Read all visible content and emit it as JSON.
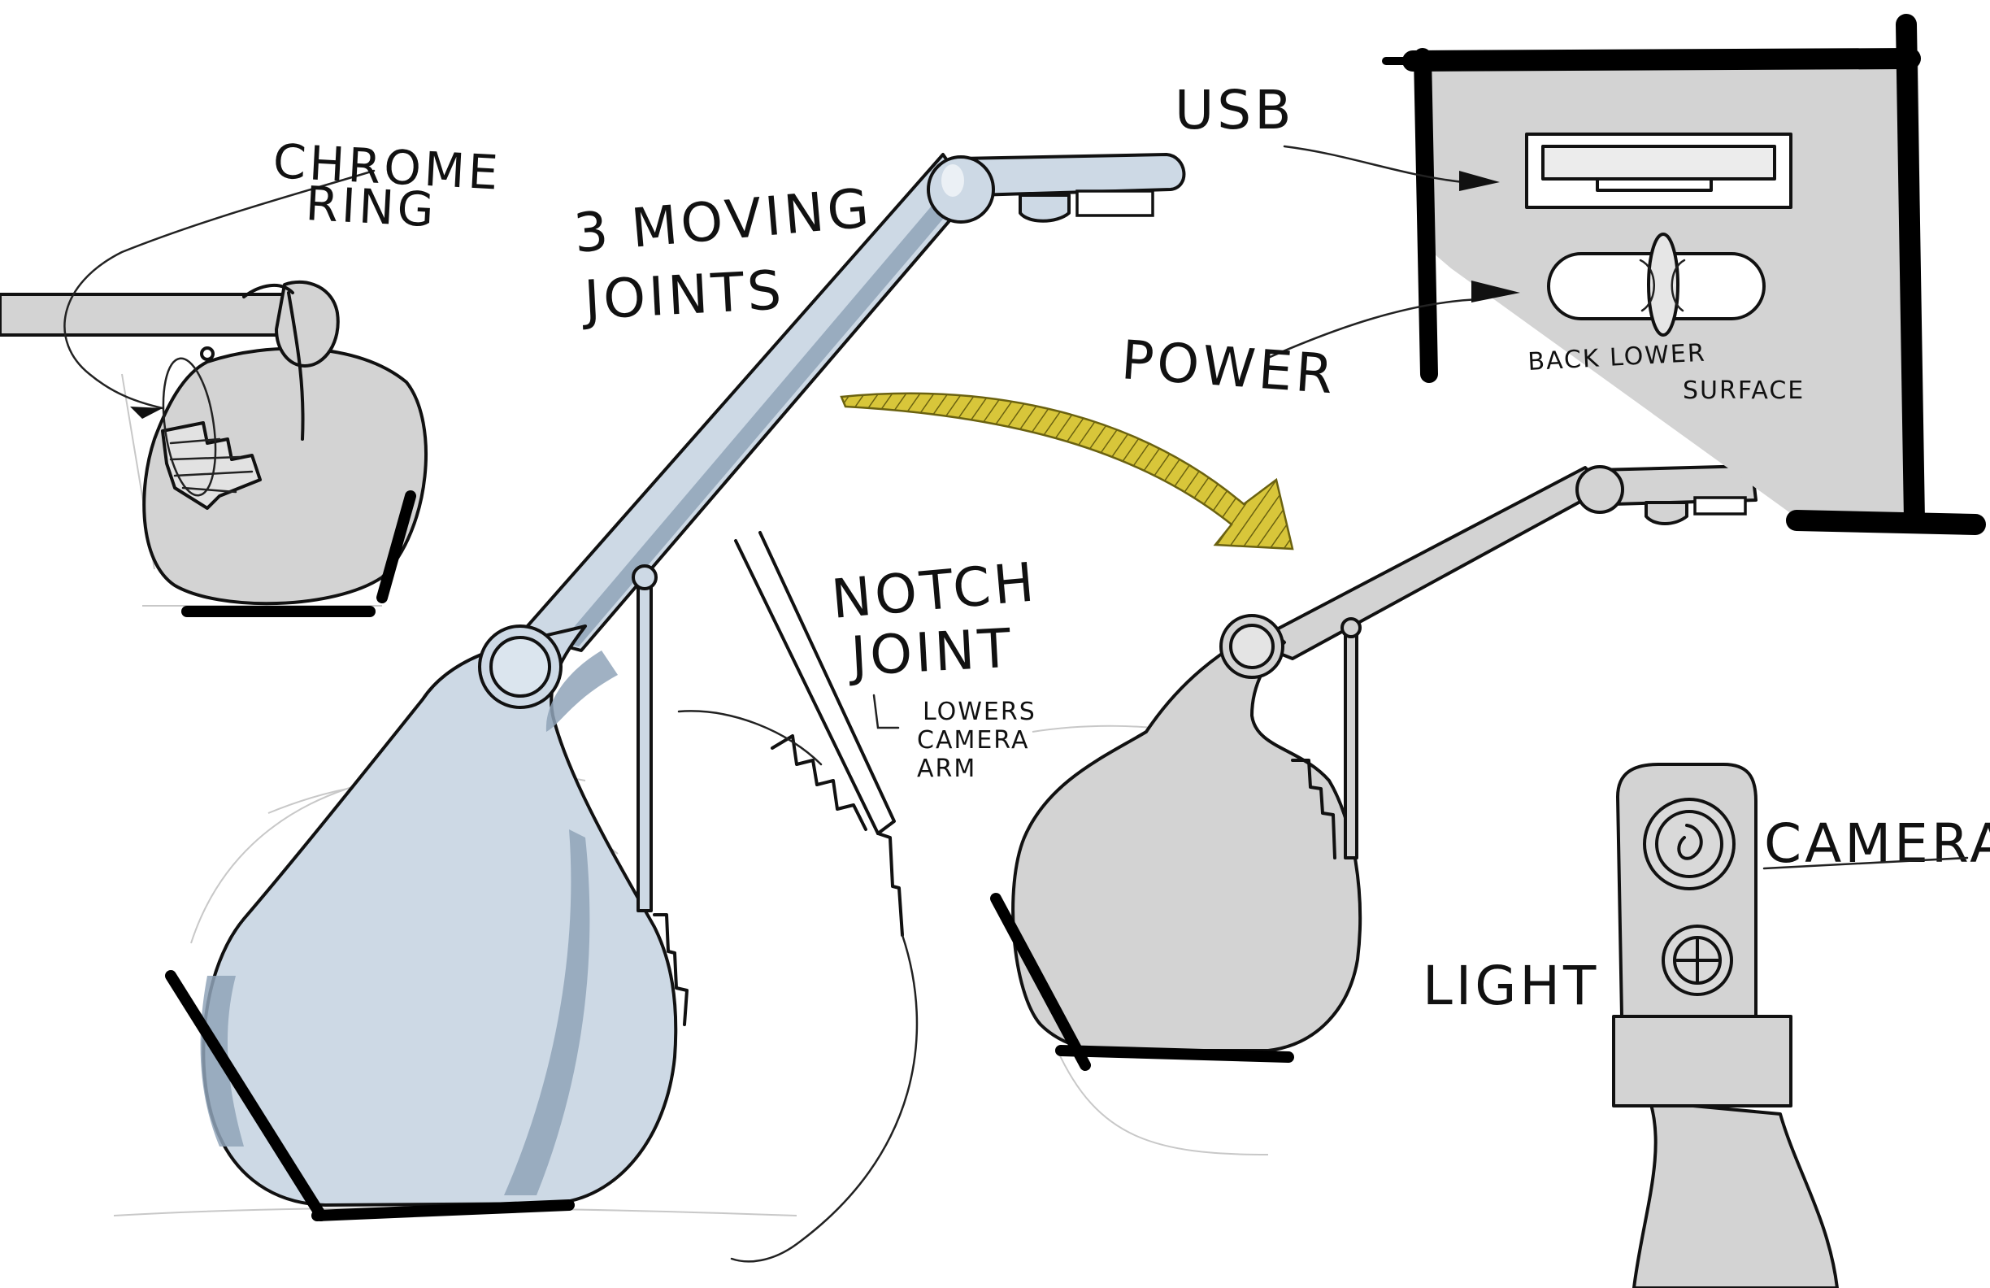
{
  "labels": {
    "chrome_ring": [
      "CHROME",
      "RING"
    ],
    "moving_joints": [
      "3 MOVING",
      "JOINTS"
    ],
    "usb": "USB",
    "power": "POWER",
    "back_lower_surface": [
      "BACK LOWER",
      "SURFACE"
    ],
    "notch_joint": [
      "NOTCH",
      "JOINT"
    ],
    "notch_note": [
      "LOWERS",
      "CAMERA",
      "ARM"
    ],
    "camera": "CAMERA",
    "light": "LIGHT"
  },
  "colors": {
    "lamp_blue": "#cdd9e5",
    "lamp_blue_shade": "#8fa3b8",
    "lamp_grey": "#d3d3d3",
    "arrow_yellow": "#c9b82a",
    "ink": "#111111"
  }
}
